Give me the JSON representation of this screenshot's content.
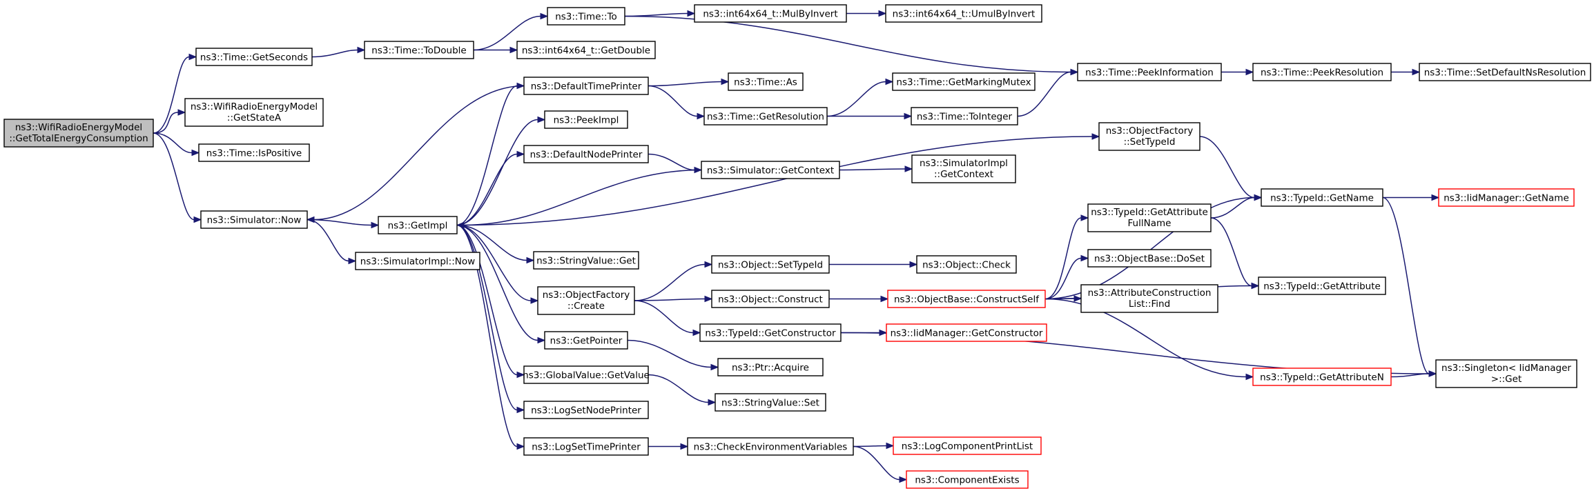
{
  "colors": {
    "edge": "#191970",
    "root_fill": "#bfbfbf",
    "external_border": "#ff0000"
  },
  "nodes": {
    "root": {
      "lines": [
        "ns3::WifiRadioEnergyModel",
        "::GetTotalEnergyConsumption"
      ]
    },
    "getseconds": {
      "lines": [
        "ns3::Time::GetSeconds"
      ]
    },
    "getstatea": {
      "lines": [
        "ns3::WifiRadioEnergyModel",
        "::GetStateA"
      ]
    },
    "ispositive": {
      "lines": [
        "ns3::Time::IsPositive"
      ]
    },
    "now": {
      "lines": [
        "ns3::Simulator::Now"
      ]
    },
    "todouble": {
      "lines": [
        "ns3::Time::ToDouble"
      ]
    },
    "timeto": {
      "lines": [
        "ns3::Time::To"
      ]
    },
    "int64getdouble": {
      "lines": [
        "ns3::int64x64_t::GetDouble"
      ]
    },
    "mulbyinvert": {
      "lines": [
        "ns3::int64x64_t::MulByInvert"
      ]
    },
    "umulbyinvert": {
      "lines": [
        "ns3::int64x64_t::UmulByInvert"
      ]
    },
    "getimpl": {
      "lines": [
        "ns3::GetImpl"
      ]
    },
    "simimplnow": {
      "lines": [
        "ns3::SimulatorImpl::Now"
      ]
    },
    "defaulttimeprinter": {
      "lines": [
        "ns3::DefaultTimePrinter"
      ]
    },
    "peekimpl": {
      "lines": [
        "ns3::PeekImpl"
      ]
    },
    "defaultnodeprinter": {
      "lines": [
        "ns3::DefaultNodePrinter"
      ]
    },
    "stringvalueget": {
      "lines": [
        "ns3::StringValue::Get"
      ]
    },
    "objfactorycreate": {
      "lines": [
        "ns3::ObjectFactory",
        "::Create"
      ]
    },
    "getpointer": {
      "lines": [
        "ns3::GetPointer"
      ]
    },
    "globalvaluegetvalue": {
      "lines": [
        "ns3::GlobalValue::GetValue"
      ]
    },
    "logsetnodeprinter": {
      "lines": [
        "ns3::LogSetNodePrinter"
      ]
    },
    "logsettimeprinter": {
      "lines": [
        "ns3::LogSetTimePrinter"
      ]
    },
    "timeas": {
      "lines": [
        "ns3::Time::As"
      ]
    },
    "getresolution": {
      "lines": [
        "ns3::Time::GetResolution"
      ]
    },
    "simgetcontext": {
      "lines": [
        "ns3::Simulator::GetContext"
      ]
    },
    "objsettypeid": {
      "lines": [
        "ns3::Object::SetTypeId"
      ]
    },
    "objconstruct": {
      "lines": [
        "ns3::Object::Construct"
      ]
    },
    "typeidgetconstructor": {
      "lines": [
        "ns3::TypeId::GetConstructor"
      ]
    },
    "ptracquire": {
      "lines": [
        "ns3::Ptr::Acquire"
      ]
    },
    "stringvalueset": {
      "lines": [
        "ns3::StringValue::Set"
      ]
    },
    "checkenv": {
      "lines": [
        "ns3::CheckEnvironmentVariables"
      ]
    },
    "getmarkingmutex": {
      "lines": [
        "ns3::Time::GetMarkingMutex"
      ]
    },
    "tointeger": {
      "lines": [
        "ns3::Time::ToInteger"
      ]
    },
    "simimplgetcontext": {
      "lines": [
        "ns3::SimulatorImpl",
        "::GetContext"
      ]
    },
    "objectcheck": {
      "lines": [
        "ns3::Object::Check"
      ]
    },
    "constructself": {
      "lines": [
        "ns3::ObjectBase::ConstructSelf"
      ]
    },
    "iidgetconstructor": {
      "lines": [
        "ns3::IidManager::GetConstructor"
      ]
    },
    "logcomponentprintlist": {
      "lines": [
        "ns3::LogComponentPrintList"
      ]
    },
    "componentexists": {
      "lines": [
        "ns3::ComponentExists"
      ]
    },
    "peekinformation": {
      "lines": [
        "ns3::Time::PeekInformation"
      ]
    },
    "objfactorysettypeid": {
      "lines": [
        "ns3::ObjectFactory",
        "::SetTypeId"
      ]
    },
    "typeidgetattrfullname": {
      "lines": [
        "ns3::TypeId::GetAttribute",
        "FullName"
      ]
    },
    "objbasedoset": {
      "lines": [
        "ns3::ObjectBase::DoSet"
      ]
    },
    "attrconstrlistfind": {
      "lines": [
        "ns3::AttributeConstruction",
        "List::Find"
      ]
    },
    "typeidgetattributen": {
      "lines": [
        "ns3::TypeId::GetAttributeN"
      ]
    },
    "peekresolution": {
      "lines": [
        "ns3::Time::PeekResolution"
      ]
    },
    "typeidgetname": {
      "lines": [
        "ns3::TypeId::GetName"
      ]
    },
    "typeidgetattribute": {
      "lines": [
        "ns3::TypeId::GetAttribute"
      ]
    },
    "setdefaultnsresolution": {
      "lines": [
        "ns3::Time::SetDefaultNsResolution"
      ]
    },
    "iidgetname": {
      "lines": [
        "ns3::IidManager::GetName"
      ]
    },
    "singletonget": {
      "lines": [
        "ns3::Singleton< IidManager",
        " >::Get"
      ]
    }
  },
  "edges": [
    [
      "root",
      "getseconds"
    ],
    [
      "root",
      "getstatea"
    ],
    [
      "root",
      "ispositive"
    ],
    [
      "root",
      "now"
    ],
    [
      "getseconds",
      "todouble"
    ],
    [
      "todouble",
      "timeto"
    ],
    [
      "todouble",
      "int64getdouble"
    ],
    [
      "timeto",
      "mulbyinvert"
    ],
    [
      "mulbyinvert",
      "umulbyinvert"
    ],
    [
      "timeto",
      "peekinformation"
    ],
    [
      "now",
      "getimpl"
    ],
    [
      "now",
      "simimplnow"
    ],
    [
      "getimpl",
      "defaulttimeprinter"
    ],
    [
      "getimpl",
      "peekimpl"
    ],
    [
      "getimpl",
      "defaultnodeprinter"
    ],
    [
      "getimpl",
      "objfactorysettypeid"
    ],
    [
      "getimpl",
      "stringvalueget"
    ],
    [
      "getimpl",
      "objfactorycreate"
    ],
    [
      "getimpl",
      "getpointer"
    ],
    [
      "getimpl",
      "globalvaluegetvalue"
    ],
    [
      "getimpl",
      "logsetnodeprinter"
    ],
    [
      "getimpl",
      "logsettimeprinter"
    ],
    [
      "defaulttimeprinter",
      "now"
    ],
    [
      "defaulttimeprinter",
      "timeas"
    ],
    [
      "defaulttimeprinter",
      "getresolution"
    ],
    [
      "defaultnodeprinter",
      "simgetcontext"
    ],
    [
      "simgetcontext",
      "getimpl"
    ],
    [
      "simgetcontext",
      "simimplgetcontext"
    ],
    [
      "getresolution",
      "getmarkingmutex"
    ],
    [
      "getresolution",
      "tointeger"
    ],
    [
      "tointeger",
      "peekinformation"
    ],
    [
      "objfactorycreate",
      "objsettypeid"
    ],
    [
      "objfactorycreate",
      "objconstruct"
    ],
    [
      "objfactorycreate",
      "typeidgetconstructor"
    ],
    [
      "objsettypeid",
      "objectcheck"
    ],
    [
      "objconstruct",
      "constructself"
    ],
    [
      "typeidgetconstructor",
      "iidgetconstructor"
    ],
    [
      "typeidgetconstructor",
      "singletonget"
    ],
    [
      "getpointer",
      "ptracquire"
    ],
    [
      "globalvaluegetvalue",
      "stringvalueset"
    ],
    [
      "logsettimeprinter",
      "checkenv"
    ],
    [
      "checkenv",
      "logcomponentprintlist"
    ],
    [
      "checkenv",
      "componentexists"
    ],
    [
      "constructself",
      "typeidgetattrfullname"
    ],
    [
      "constructself",
      "objbasedoset"
    ],
    [
      "constructself",
      "attrconstrlistfind"
    ],
    [
      "constructself",
      "typeidgetattribute"
    ],
    [
      "constructself",
      "typeidgetattributen"
    ],
    [
      "constructself",
      "typeidgetname"
    ],
    [
      "typeidgetattrfullname",
      "typeidgetname"
    ],
    [
      "typeidgetattrfullname",
      "typeidgetattribute"
    ],
    [
      "objfactorysettypeid",
      "typeidgetname"
    ],
    [
      "peekinformation",
      "peekresolution"
    ],
    [
      "peekresolution",
      "setdefaultnsresolution"
    ],
    [
      "typeidgetname",
      "iidgetname"
    ],
    [
      "typeidgetname",
      "singletonget"
    ],
    [
      "typeidgetattributen",
      "singletonget"
    ]
  ]
}
